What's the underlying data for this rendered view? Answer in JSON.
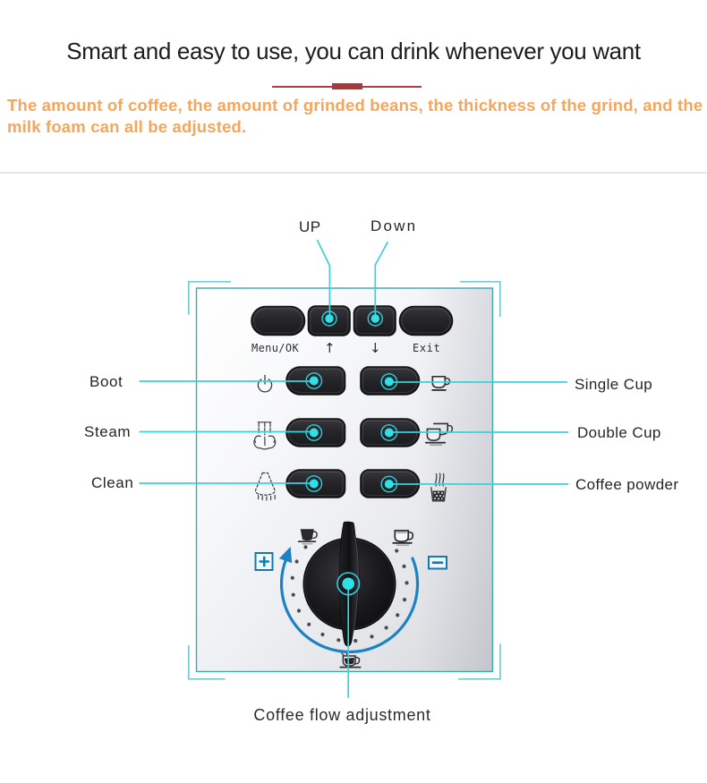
{
  "header": {
    "title": "Smart and easy to use, you can drink whenever you want",
    "subtitle_line1": "The amount of coffee, the amount of grinded beans, the thickness of the grind, and the",
    "subtitle_line2": "milk foam can all be adjusted."
  },
  "panel": {
    "top_buttons": [
      {
        "label": "Menu/OK"
      },
      {
        "label": "↑"
      },
      {
        "label": "↓"
      },
      {
        "label": "Exit"
      }
    ],
    "function_rows": [
      {
        "left_label": "Boot",
        "left_icon": "power-icon",
        "right_label": "Single Cup",
        "right_icon": "single-cup-icon"
      },
      {
        "left_label": "Steam",
        "left_icon": "steam-icon",
        "right_label": "Double Cup",
        "right_icon": "double-cup-icon"
      },
      {
        "left_label": "Clean",
        "left_icon": "clean-icon",
        "right_label": "Coffee powder",
        "right_icon": "coffee-powder-icon"
      }
    ],
    "knob_label": "Coffee flow adjustment",
    "knob_increase": "+",
    "knob_decrease": "−"
  },
  "callouts": {
    "up": "UP",
    "down": "Down"
  },
  "colors": {
    "accent_cyan": "#3ecfda",
    "accent_blue": "#1b83c3",
    "bracket_teal": "#3aa9b2",
    "divider_red": "#a63a3c",
    "subtitle_orange": "#f3a65e"
  }
}
